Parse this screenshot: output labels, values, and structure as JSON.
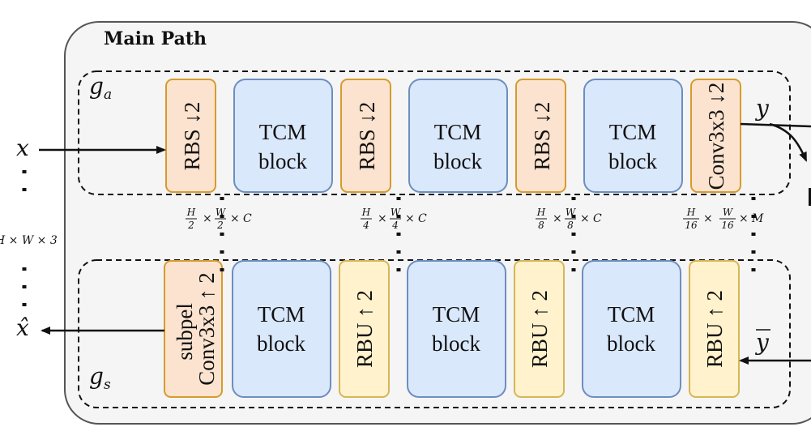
{
  "title": "Main Path",
  "labels": {
    "ga": "g",
    "ga_sub": "a",
    "gs": "g",
    "gs_sub": "s",
    "x": "x",
    "x_hat": "x̂",
    "y": "y",
    "y_bar": "y",
    "input_dims": "H × W × 3"
  },
  "encoder_blocks": [
    "RBS ↓2",
    "TCM block",
    "RBS ↓2",
    "TCM block",
    "RBS ↓2",
    "TCM block",
    "Conv3x3 ↓2"
  ],
  "decoder_blocks": [
    "subpel Conv3x3 ↑ 2",
    "TCM block",
    "RBU ↑ 2",
    "TCM block",
    "RBU ↑ 2",
    "TCM block",
    "RBU ↑ 2"
  ],
  "dims": [
    {
      "num_h": "H",
      "den_h": "2",
      "num_w": "W",
      "den_w": "2",
      "ch": "C"
    },
    {
      "num_h": "H",
      "den_h": "4",
      "num_w": "W",
      "den_w": "4",
      "ch": "C"
    },
    {
      "num_h": "H",
      "den_h": "8",
      "num_w": "W",
      "den_w": "8",
      "ch": "C"
    },
    {
      "num_h": "H",
      "den_h": "16",
      "num_w": "W",
      "den_w": "16",
      "ch": "M"
    }
  ],
  "colors": {
    "rbs_fill": "#fbe3cf",
    "rbs_stroke": "#d79b2d",
    "tcm_fill": "#dae8fc",
    "tcm_stroke": "#6c8ebf",
    "rbu_fill": "#fff2cc",
    "rbu_stroke": "#d6b656",
    "panel_fill": "#f5f5f5",
    "panel_stroke": "#555555"
  }
}
